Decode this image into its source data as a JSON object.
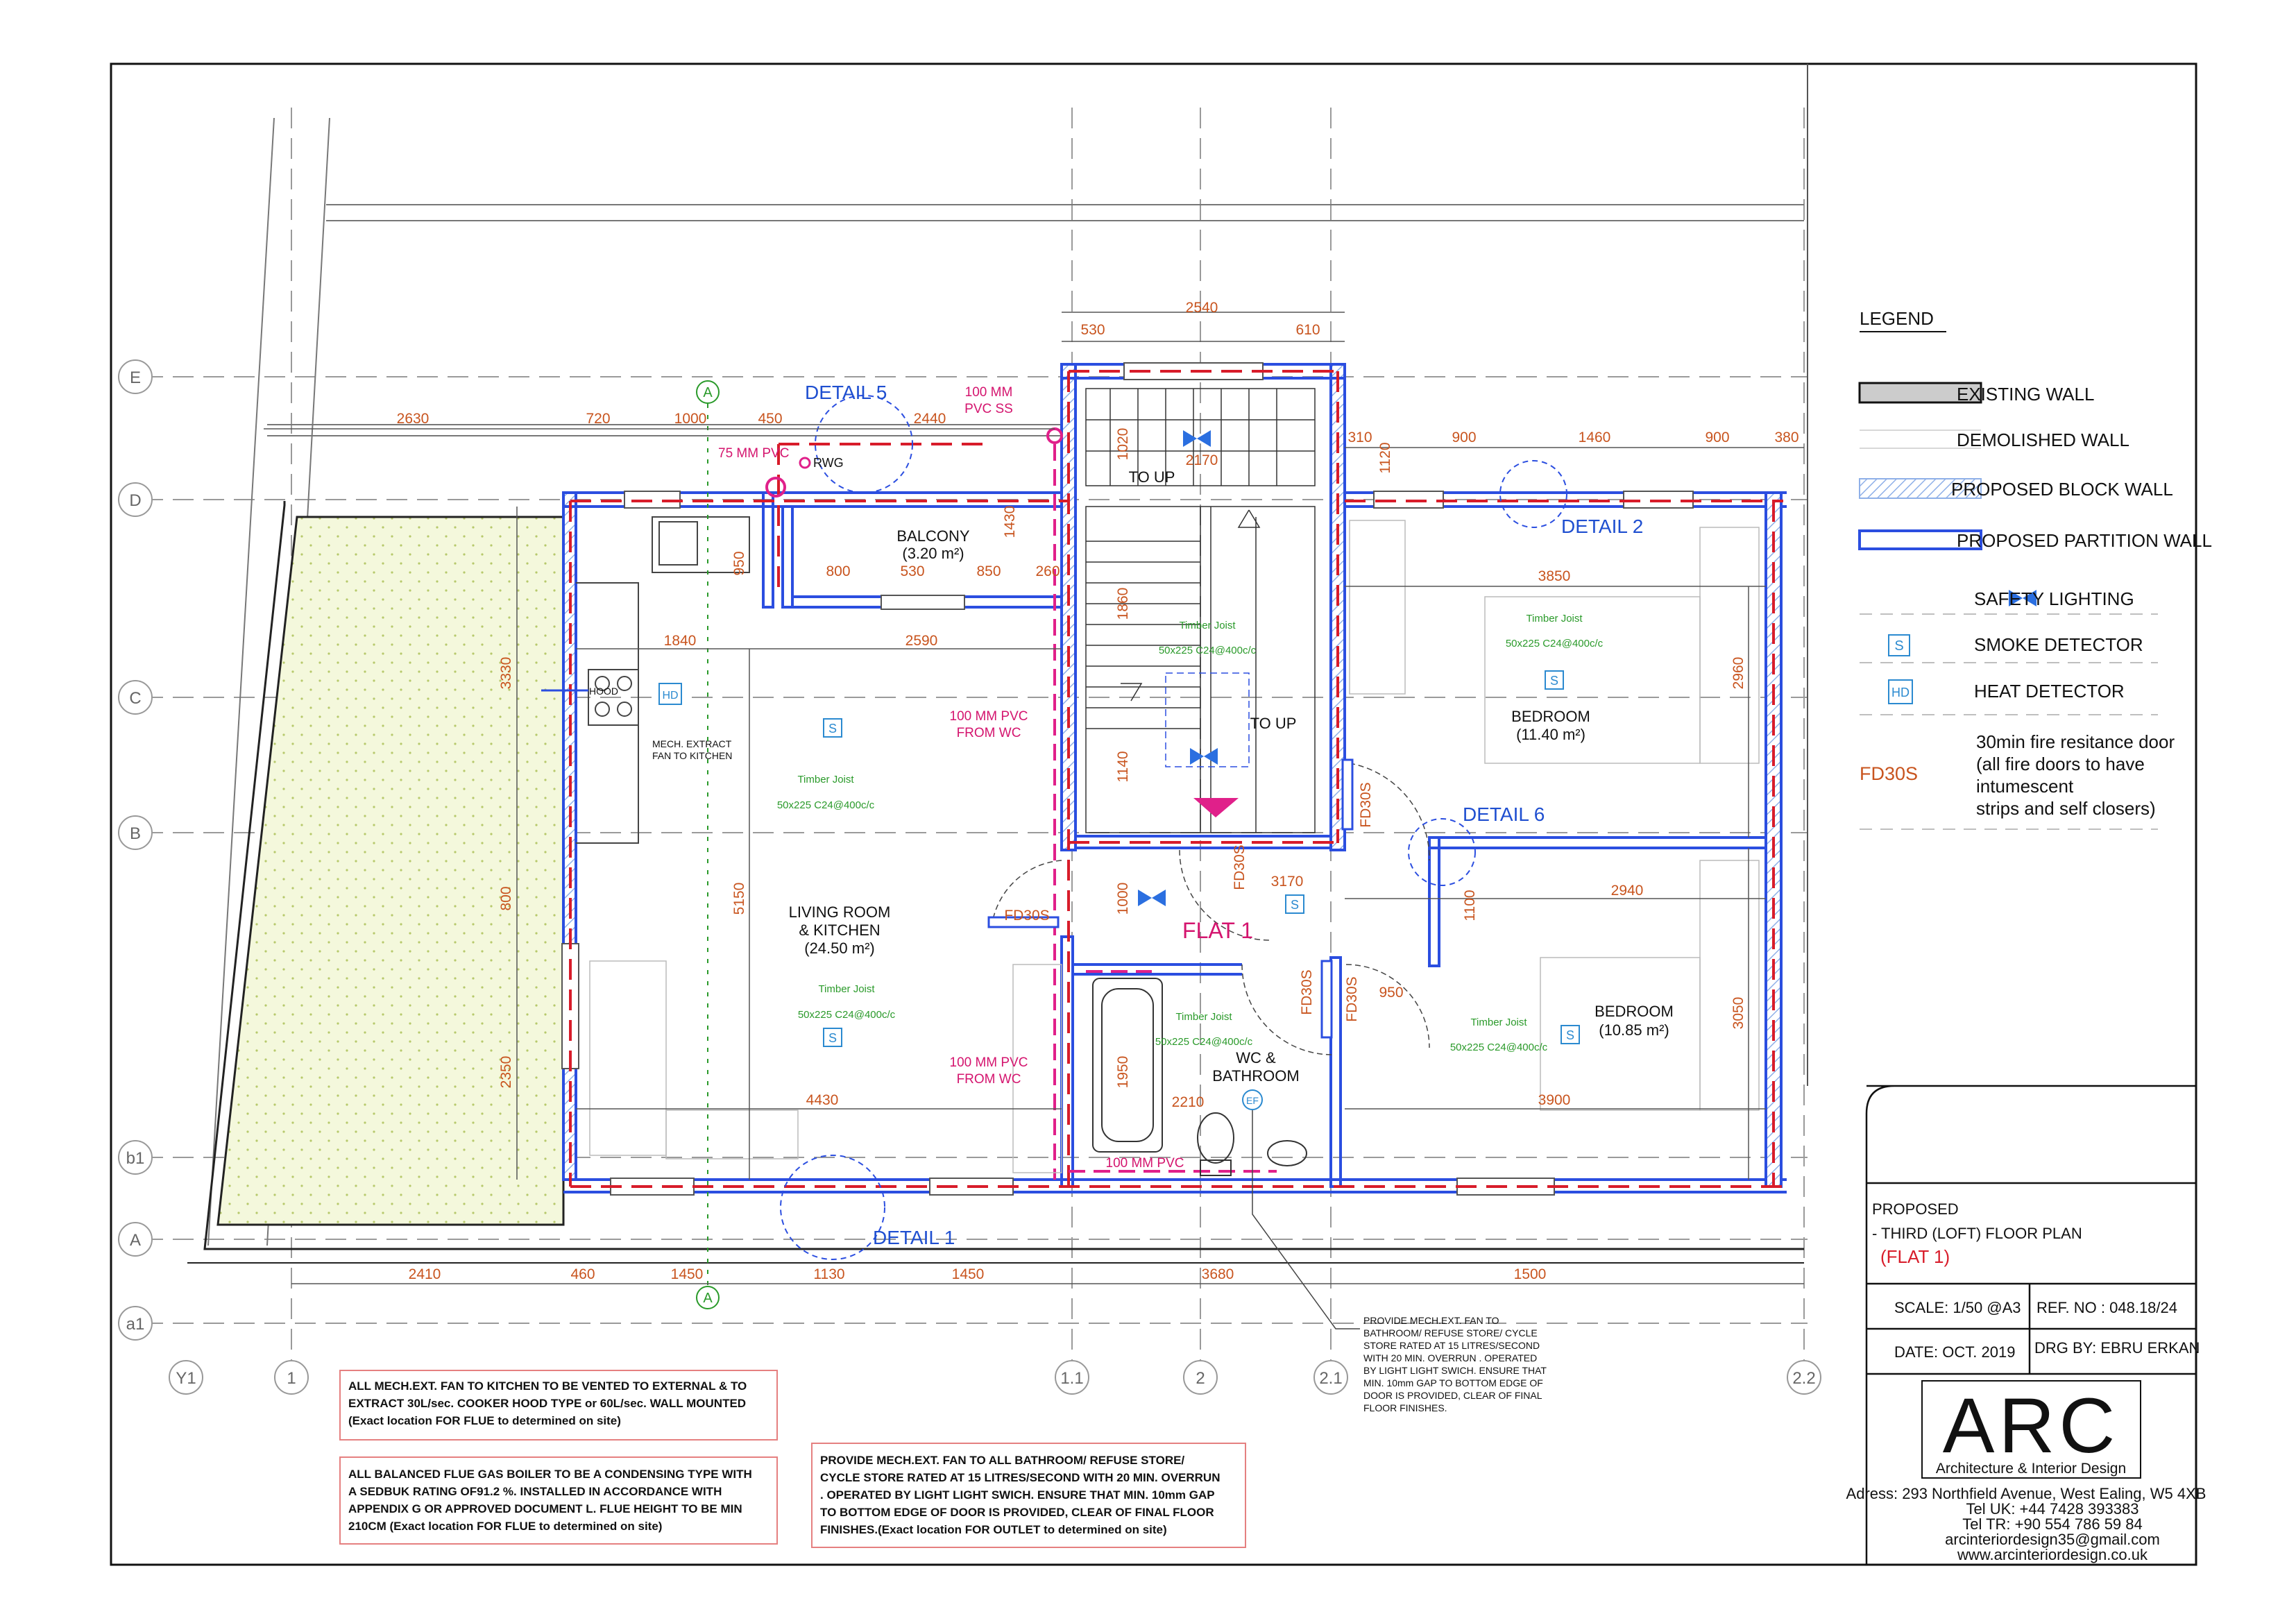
{
  "colors": {
    "proposed_wall": "#2b4ee0",
    "hatch_wall": "#8fb0e8",
    "fire_line": "#d81c2a",
    "pvc_line": "#e0208a",
    "dimension": "#c8541e",
    "green_note": "#2a9a2a",
    "terrace_fill": "#f2f7d6",
    "grid": "#9a9a9a"
  },
  "grid_labels": {
    "rows": [
      "E",
      "D",
      "C",
      "B",
      "b1",
      "A",
      "a1"
    ],
    "cols": [
      "Y1",
      "1",
      "1.1",
      "2",
      "2.1",
      "2.2"
    ]
  },
  "section_markers": [
    "A",
    "A"
  ],
  "dimensions": {
    "top_row": [
      "2630",
      "720",
      "1000",
      "450",
      "2440"
    ],
    "stair_top": [
      "530",
      "2540",
      "610"
    ],
    "stair_inner": [
      "2170",
      "1020",
      "1860",
      "1140",
      "1120",
      "310"
    ],
    "right_top": [
      "900",
      "1460",
      "900",
      "380"
    ],
    "balcony": [
      "800",
      "530",
      "850",
      "260",
      "1430",
      "950"
    ],
    "living": [
      "1840",
      "2590",
      "3330",
      "800",
      "2350",
      "5150",
      "4430"
    ],
    "bedroom1": [
      "3850",
      "2960"
    ],
    "bedroom2": [
      "2940",
      "1100",
      "3050",
      "3900"
    ],
    "hall": [
      "3170",
      "1000",
      "950"
    ],
    "bath": [
      "1950",
      "2210"
    ],
    "bottom": [
      "2410",
      "460",
      "1450",
      "1130",
      "1450",
      "3680",
      "1500"
    ]
  },
  "rooms": {
    "balcony": {
      "name": "BALCONY",
      "area": "(3.20 m²)"
    },
    "living": {
      "name_line1": "LIVING ROOM",
      "name_line2": "& KITCHEN",
      "area": "(24.50 m²)"
    },
    "bedroom1": {
      "name": "BEDROOM",
      "area": "(11.40 m²)"
    },
    "bedroom2": {
      "name": "BEDROOM",
      "area": "(10.85 m²)"
    },
    "bathroom": {
      "line1": "WC &",
      "line2": "BATHROOM"
    },
    "flat": "FLAT 1",
    "to_up_1": "TO UP",
    "to_up_2": "TO UP",
    "hood": "HOOD"
  },
  "joists": {
    "label": "Timber Joist",
    "spec": "50x225 C24@400c/c"
  },
  "details": [
    "DETAIL 5",
    "DETAIL 2",
    "DETAIL 6",
    "DETAIL 1"
  ],
  "pink_labels": {
    "pvc75": "75 MM PVC",
    "pvc100ss_1": "100 MM",
    "pvc100ss_2": "PVC SS",
    "rwg": "RWG",
    "pvc_wc_1a": "100 MM PVC",
    "pvc_wc_1b": "FROM WC",
    "pvc_wc_2a": "100 MM PVC",
    "pvc_wc_2b": "FROM WC",
    "pvc_bottom": "100 MM PVC",
    "ef": "EF"
  },
  "fd": [
    "FD30S",
    "FD30S",
    "FD30S",
    "FD30S",
    "FD30S",
    "FD30S"
  ],
  "symbols": {
    "smoke": "S",
    "heat": "HD"
  },
  "mech_extract": {
    "line1": "MECH. EXTRACT",
    "line2": "FAN TO KITCHEN"
  },
  "notes": {
    "kitchen": [
      "ALL MECH.EXT. FAN TO KITCHEN TO BE VENTED TO EXTERNAL & TO",
      "EXTRACT 30L/sec. COOKER HOOD TYPE or 60L/sec. WALL MOUNTED",
      "(Exact location FOR FLUE to determined on site)"
    ],
    "boiler": [
      "ALL BALANCED FLUE GAS BOILER TO BE A CONDENSING TYPE WITH",
      "A SEDBUK RATING OF91.2 %. INSTALLED IN ACCORDANCE WITH",
      "APPENDIX G OR APPROVED DOCUMENT L. FLUE HEIGHT TO BE MIN",
      "210CM (Exact location FOR FLUE to determined on site)"
    ],
    "bathroom": [
      "PROVIDE MECH.EXT. FAN TO ALL BATHROOM/ REFUSE STORE/",
      "CYCLE STORE  RATED AT 15 LITRES/SECOND WITH 20 MIN. OVERRUN",
      ". OPERATED BY LIGHT LIGHT SWICH. ENSURE THAT MIN. 10mm GAP",
      "TO BOTTOM EDGE OF DOOR IS PROVIDED, CLEAR OF FINAL FLOOR",
      "FINISHES.(Exact location FOR OUTLET to determined on site)"
    ],
    "callout": [
      "PROVIDE MECH.EXT. FAN TO",
      "BATHROOM/ REFUSE STORE/ CYCLE",
      "STORE  RATED AT 15 LITRES/SECOND",
      "WITH 20 MIN. OVERRUN . OPERATED",
      "BY LIGHT LIGHT SWICH. ENSURE THAT",
      "MIN. 10mm GAP TO BOTTOM EDGE OF",
      "DOOR IS PROVIDED, CLEAR OF FINAL",
      "FLOOR FINISHES."
    ]
  },
  "legend": {
    "title": "LEGEND",
    "existing_wall": "EXISTING WALL",
    "demolished_wall": "DEMOLISHED WALL",
    "proposed_block": "PROPOSED BLOCK WALL",
    "proposed_partition": "PROPOSED PARTITION WALL",
    "safety_lighting": "SAFETY LIGHTING",
    "smoke_detector": "SMOKE DETECTOR",
    "heat_detector": "HEAT DETECTOR",
    "fd_code": "FD30S",
    "fire_door": [
      "30min fire resitance door",
      "(all fire doors to have",
      "intumescent",
      "strips and self closers)"
    ]
  },
  "title_block": {
    "title1": "PROPOSED",
    "title2": "- THIRD (LOFT) FLOOR PLAN",
    "title3": "(FLAT 1)",
    "scale": "SCALE:  1/50 @A3",
    "ref": "REF. NO :  048.18/24",
    "date": "DATE:  OCT. 2019",
    "drg": "DRG BY:   EBRU ERKAN",
    "logo": "ARC",
    "logo_sub": "Architecture & Interior Design",
    "address": "Adress: 293 Northfield Avenue, West Ealing, W5 4XB",
    "tel_uk": "Tel UK: +44 7428 393383",
    "tel_tr": "Tel TR: +90 554 786 59 84",
    "email": "arcinteriordesign35@gmail.com",
    "web": "www.arcinteriordesign.co.uk"
  }
}
